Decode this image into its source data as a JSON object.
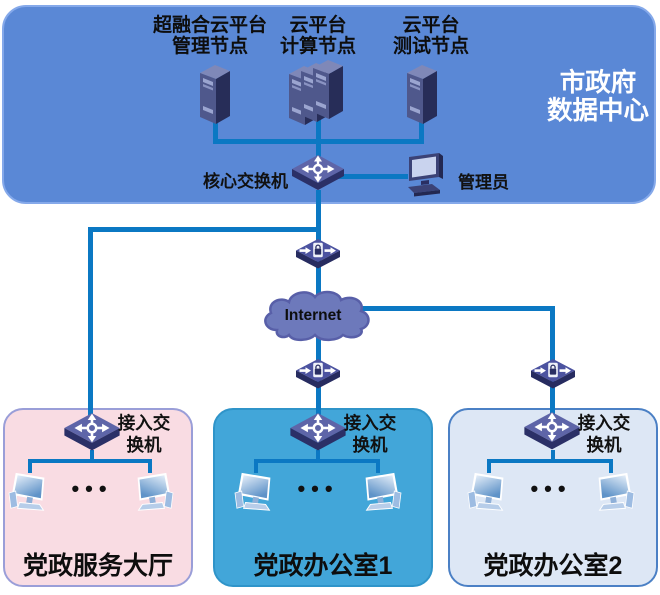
{
  "diagram": {
    "datacenter": {
      "title_line1": "市政府",
      "title_line2": "数据中心",
      "server_groups": [
        {
          "icon": "tower-server-icon",
          "label_line1": "超融合云平台",
          "label_line2": "管理节点"
        },
        {
          "icon": "tower-server-cluster-icon",
          "label_line1": "云平台",
          "label_line2": "计算节点"
        },
        {
          "icon": "tower-server-icon",
          "label_line1": "云平台",
          "label_line2": "测试节点"
        }
      ],
      "core_switch_label": "核心交换机",
      "core_switch_icon": "switch-icon",
      "admin_label": "管理员",
      "admin_icon": "desktop-computer-icon"
    },
    "internet": {
      "label": "Internet",
      "icon": "cloud-icon"
    },
    "security_gateways": [
      {
        "icon": "firewall-gateway-icon"
      },
      {
        "icon": "firewall-gateway-icon"
      },
      {
        "icon": "firewall-gateway-icon"
      }
    ],
    "sites": [
      {
        "name": "党政服务大厅",
        "access_switch_line1": "接入交",
        "access_switch_line2": "换机",
        "switch_icon": "switch-icon",
        "pc_icon": "workstation-icon",
        "ellipsis": "•••"
      },
      {
        "name": "党政办公室1",
        "access_switch_line1": "接入交",
        "access_switch_line2": "换机",
        "switch_icon": "switch-icon",
        "pc_icon": "workstation-icon",
        "ellipsis": "•••"
      },
      {
        "name": "党政办公室2",
        "access_switch_line1": "接入交",
        "access_switch_line2": "换机",
        "switch_icon": "switch-icon",
        "pc_icon": "workstation-icon",
        "ellipsis": "•••"
      }
    ],
    "colors": {
      "dc-fill": "#5a88d6",
      "dc-border": "#85a9ea",
      "link": "#0b78c3",
      "hall-fill": "#f9dce3",
      "hall-border": "#9a9ed8",
      "office1-fill": "#42a6d9",
      "office1-border": "#2f94c9",
      "office2-fill": "#dde7f5",
      "office2-border": "#4b80c5",
      "cloud-fill": "#6d79bb",
      "cloud-border": "#585fa8",
      "icon-navy": "#272d58",
      "icon-face": "#5e65a8",
      "text-dark": "#111111",
      "text-light": "#ffffff"
    }
  }
}
